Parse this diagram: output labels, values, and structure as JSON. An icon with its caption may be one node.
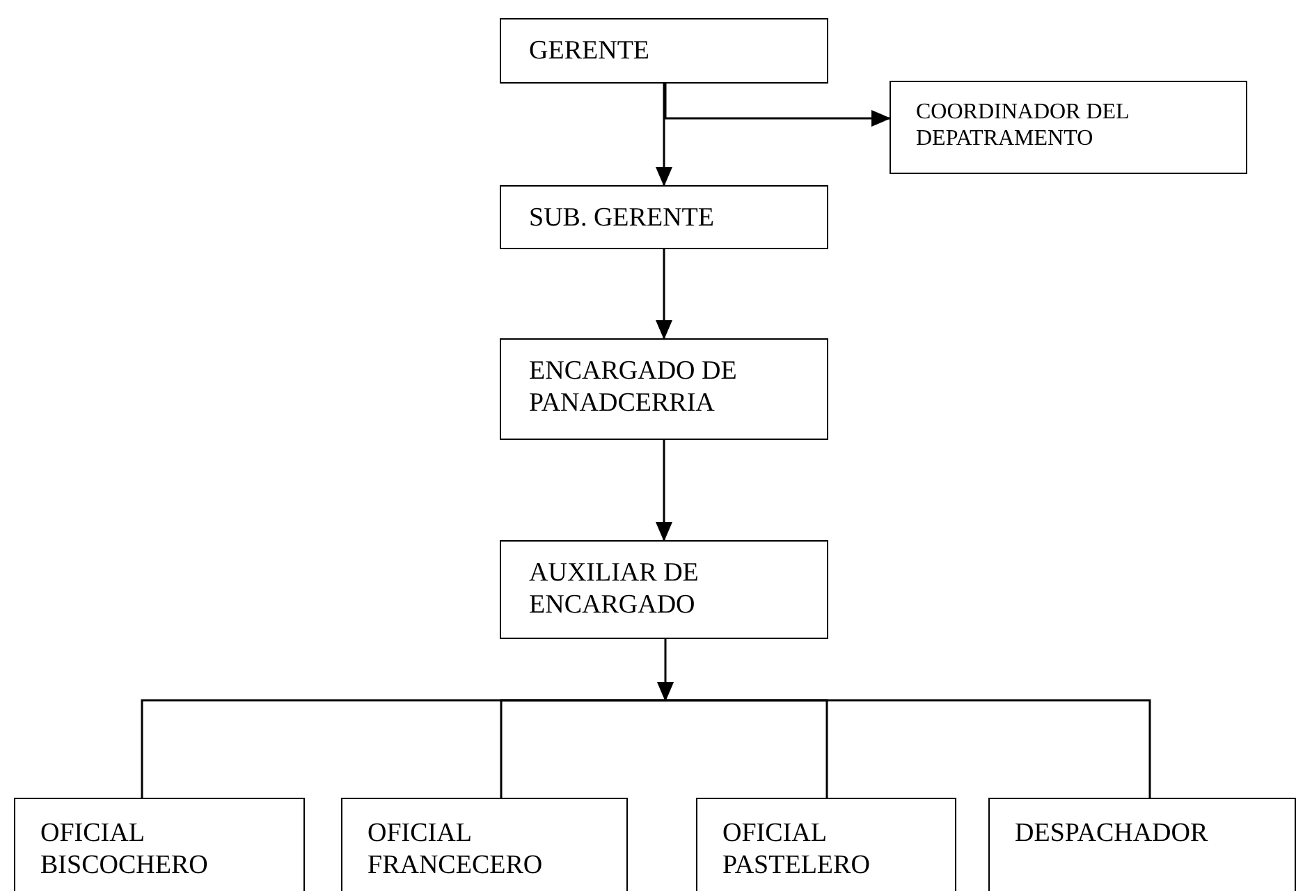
{
  "diagram": {
    "nodes": [
      {
        "text": [
          "GERENTE"
        ]
      },
      {
        "text": [
          "SUB. GERENTE"
        ]
      },
      {
        "text": [
          "COORDINADOR DEL DEPATRAMENTO"
        ]
      },
      {
        "text": [
          "ENCARGADO DE PANADCERRIA"
        ]
      },
      {
        "text": [
          "AUXILIAR DE ENCARGADO"
        ]
      },
      {
        "text": [
          "OFICIAL BISCOCHERO"
        ]
      },
      {
        "text": [
          "OFICIAL FRANCECERO"
        ]
      },
      {
        "text": [
          "OFICIAL PASTELERO"
        ]
      },
      {
        "text": [
          "DESPACHADOR"
        ]
      }
    ],
    "edges": [
      {
        "from": 0,
        "to": 1,
        "arrow": "to"
      },
      {
        "from": 0,
        "to": 2,
        "arrow": "to"
      },
      {
        "from": 1,
        "to": 3,
        "arrow": "to"
      },
      {
        "from": 3,
        "to": 4,
        "arrow": "to"
      },
      {
        "from": 4,
        "to": 5,
        "arrow": "none"
      },
      {
        "from": 4,
        "to": 6,
        "arrow": "none"
      },
      {
        "from": 4,
        "to": 7,
        "arrow": "none"
      },
      {
        "from": 4,
        "to": 8,
        "arrow": "none"
      }
    ]
  }
}
